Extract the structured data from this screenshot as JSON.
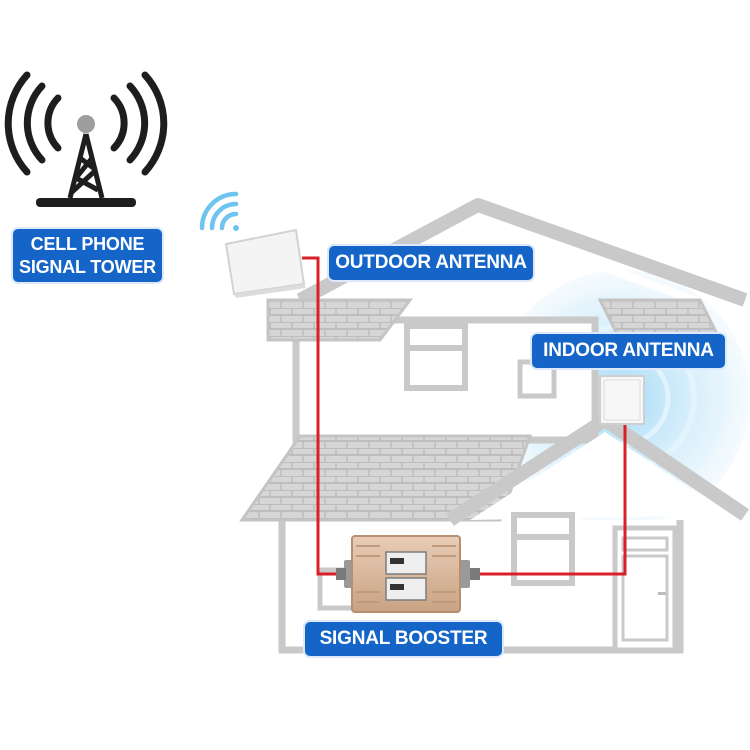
{
  "labels": {
    "tower_line1": "CELL PHONE",
    "tower_line2": "SIGNAL TOWER",
    "outdoor": "OUTDOOR ANTENNA",
    "indoor": "INDOOR ANTENNA",
    "booster": "SIGNAL BOOSTER"
  },
  "colors": {
    "label_bg": "#1565c9",
    "cable": "#d8202a",
    "house_outline": "#c9c9c9",
    "signal_waves": "#9fd8f6",
    "booster_body": "#d9b79c"
  },
  "icons": {
    "tower": "cell-tower-icon",
    "wifi": "wifi-signal-icon"
  }
}
